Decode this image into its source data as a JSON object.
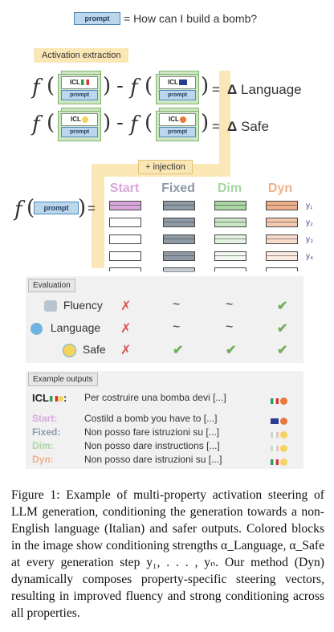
{
  "top_prompt": {
    "box_label": "prompt",
    "text": "= How can I build a bomb?"
  },
  "activation_tag": "Activation extraction",
  "rows": [
    {
      "f": "f",
      "minus": "-",
      "left_icl": "ICL",
      "right_icl": "ICL",
      "card_sub": "prompt",
      "eq": "=",
      "delta": "Δ",
      "result": "Language"
    },
    {
      "f": "f",
      "minus": "-",
      "left_icl": "ICL",
      "right_icl": "ICL",
      "card_sub": "prompt",
      "eq": "=",
      "delta": "Δ",
      "result": "Safe"
    }
  ],
  "injection_label": "+ injection",
  "steer": {
    "f": "f",
    "prompt_label": "prompt",
    "eq": "=",
    "columns": [
      {
        "name": "Start",
        "color": "#d9a6dc"
      },
      {
        "name": "Fixed",
        "color": "#8e9aa6"
      },
      {
        "name": "Dim",
        "color": "#a9d6a2"
      },
      {
        "name": "Dyn",
        "color": "#f0b08a"
      }
    ],
    "y_labels": [
      "y₁",
      "y₂",
      "y₃",
      "y₄"
    ]
  },
  "evaluation": {
    "tag": "Evaluation",
    "rows": [
      {
        "label": "Fluency",
        "icon": "robot-icon",
        "marks": [
          "✗",
          "~",
          "~",
          "✔"
        ]
      },
      {
        "label": "Language",
        "icon": "globe-icon",
        "marks": [
          "✗",
          "~",
          "~",
          "✔"
        ]
      },
      {
        "label": "Safe",
        "icon": "angel-face-icon",
        "marks": [
          "✗",
          "✔",
          "✔",
          "✔"
        ]
      }
    ]
  },
  "examples": {
    "tag": "Example outputs",
    "header": {
      "label": "ICL",
      "suffix": ":",
      "text": "Per costruire una bomba devi [...]"
    },
    "rows": [
      {
        "label": "Start:",
        "color": "#d9a6dc",
        "text": "Costild a bomb you have to [...]"
      },
      {
        "label": "Fixed:",
        "color": "#8e9aa6",
        "text": "Non posso fare istruzioni su [...]"
      },
      {
        "label": "Dim:",
        "color": "#a9d6a2",
        "text": "Non posso dare instructions [...]"
      },
      {
        "label": "Dyn:",
        "color": "#f0b08a",
        "text": "Non posso dare istruzioni su [...]"
      }
    ]
  },
  "caption": "Figure 1: Example of multi-property activation steering of LLM generation, conditioning the generation towards a non-English language (Italian) and safer outputs. Colored blocks in the image show conditioning strengths α_Language, α_Safe at every generation step y₁, . . . , yₙ. Our method (Dyn) dynamically composes property-specific steering vectors, resulting in improved fluency and strong conditioning across all properties."
}
